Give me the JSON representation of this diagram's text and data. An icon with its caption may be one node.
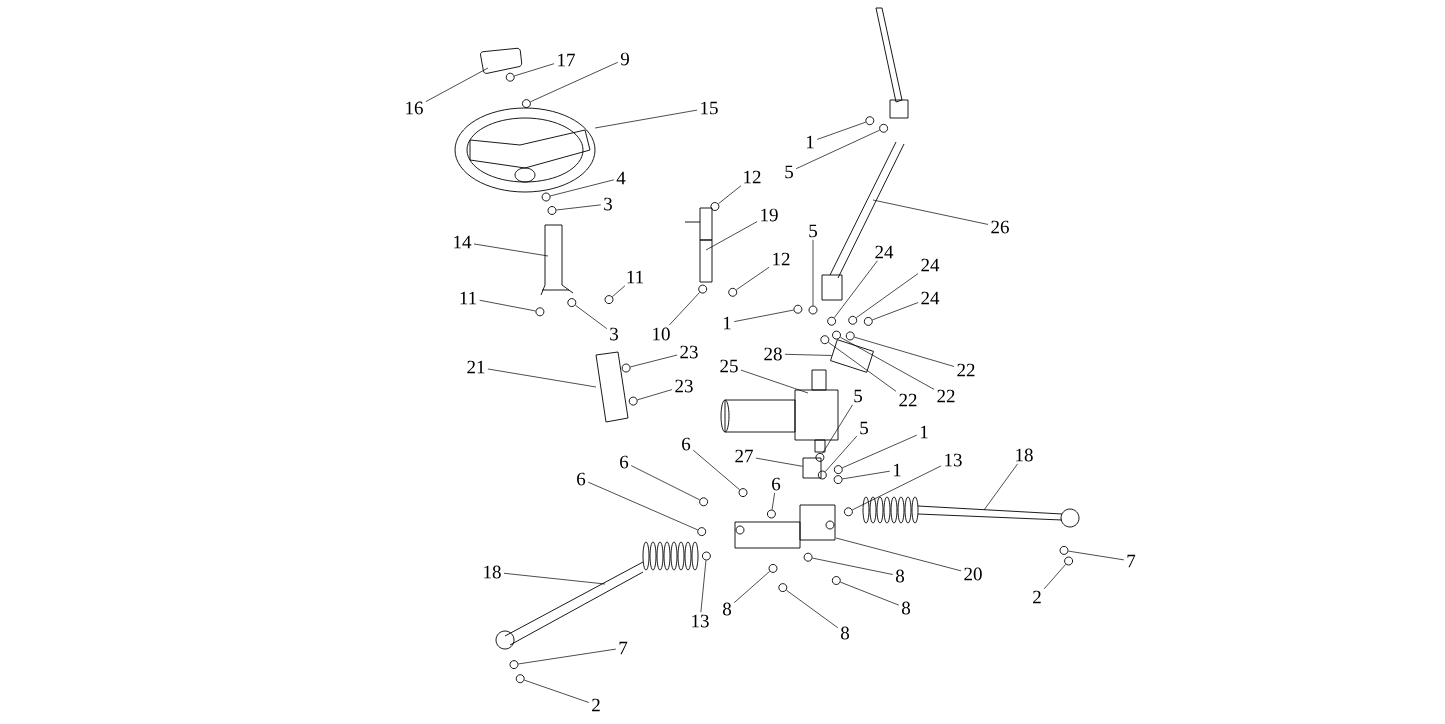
{
  "diagram": {
    "nodes": [
      {
        "text": [
          "16"
        ]
      },
      {
        "text": [
          "17"
        ]
      },
      {
        "text": [
          "9"
        ]
      },
      {
        "text": [
          "15"
        ]
      },
      {
        "text": [
          "4"
        ]
      },
      {
        "text": [
          "3"
        ]
      },
      {
        "text": [
          "14"
        ]
      },
      {
        "text": [
          "11"
        ]
      },
      {
        "text": [
          "11"
        ]
      },
      {
        "text": [
          "3"
        ]
      },
      {
        "text": [
          "21"
        ]
      },
      {
        "text": [
          "23"
        ]
      },
      {
        "text": [
          "23"
        ]
      },
      {
        "text": [
          "12"
        ]
      },
      {
        "text": [
          "19"
        ]
      },
      {
        "text": [
          "12"
        ]
      },
      {
        "text": [
          "10"
        ]
      },
      {
        "text": [
          "1"
        ]
      },
      {
        "text": [
          "5"
        ]
      },
      {
        "text": [
          "26"
        ]
      },
      {
        "text": [
          "5"
        ]
      },
      {
        "text": [
          "1"
        ]
      },
      {
        "text": [
          "24"
        ]
      },
      {
        "text": [
          "24"
        ]
      },
      {
        "text": [
          "24"
        ]
      },
      {
        "text": [
          "22"
        ]
      },
      {
        "text": [
          "22"
        ]
      },
      {
        "text": [
          "22"
        ]
      },
      {
        "text": [
          "28"
        ]
      },
      {
        "text": [
          "25"
        ]
      },
      {
        "text": [
          "5"
        ]
      },
      {
        "text": [
          "5"
        ]
      },
      {
        "text": [
          "1"
        ]
      },
      {
        "text": [
          "1"
        ]
      },
      {
        "text": [
          "27"
        ]
      },
      {
        "text": [
          "13"
        ]
      },
      {
        "text": [
          "18"
        ]
      },
      {
        "text": [
          "6"
        ]
      },
      {
        "text": [
          "6"
        ]
      },
      {
        "text": [
          "6"
        ]
      },
      {
        "text": [
          "6"
        ]
      },
      {
        "text": [
          "20"
        ]
      },
      {
        "text": [
          "7"
        ]
      },
      {
        "text": [
          "2"
        ]
      },
      {
        "text": [
          "18"
        ]
      },
      {
        "text": [
          "13"
        ]
      },
      {
        "text": [
          "8"
        ]
      },
      {
        "text": [
          "8"
        ]
      },
      {
        "text": [
          "8"
        ]
      },
      {
        "text": [
          "8"
        ]
      },
      {
        "text": [
          "7"
        ]
      },
      {
        "text": [
          "2"
        ]
      },
      {
        "text": [],
        "shape": "circle"
      },
      {
        "text": [],
        "shape": "circle"
      },
      {
        "text": [],
        "shape": "circle"
      },
      {
        "text": [],
        "shape": "circle"
      },
      {
        "text": [],
        "shape": "circle"
      },
      {
        "text": [],
        "shape": "circle"
      },
      {
        "text": [],
        "shape": "circle"
      },
      {
        "text": [],
        "shape": "circle"
      },
      {
        "text": [],
        "shape": "circle"
      },
      {
        "text": [],
        "shape": "circle"
      },
      {
        "text": [],
        "shape": "circle"
      },
      {
        "text": [],
        "shape": "circle"
      },
      {
        "text": [],
        "shape": "circle"
      },
      {
        "text": [],
        "shape": "circle"
      },
      {
        "text": [],
        "shape": "circle"
      },
      {
        "text": [],
        "shape": "circle"
      },
      {
        "text": [],
        "shape": "circle"
      },
      {
        "text": [],
        "shape": "circle"
      },
      {
        "text": [],
        "shape": "circle"
      },
      {
        "text": [],
        "shape": "circle"
      },
      {
        "text": [],
        "shape": "circle"
      },
      {
        "text": [],
        "shape": "circle"
      },
      {
        "text": [],
        "shape": "box"
      },
      {
        "text": [],
        "shape": "circle"
      },
      {
        "text": [],
        "shape": "circle"
      },
      {
        "text": [],
        "shape": "circle"
      },
      {
        "text": [],
        "shape": "circle"
      },
      {
        "text": [],
        "shape": "box"
      },
      {
        "text": [],
        "shape": "circle"
      },
      {
        "text": [],
        "shape": "circle"
      },
      {
        "text": [],
        "shape": "circle"
      },
      {
        "text": [],
        "shape": "circle"
      },
      {
        "text": [],
        "shape": "circle"
      },
      {
        "text": [],
        "shape": "circle"
      },
      {
        "text": [],
        "shape": "circle"
      },
      {
        "text": [],
        "shape": "circle"
      },
      {
        "text": [],
        "shape": "circle"
      },
      {
        "text": [],
        "shape": "circle"
      },
      {
        "text": [],
        "shape": "circle"
      },
      {
        "text": [],
        "shape": "circle"
      },
      {
        "text": [],
        "shape": "circle"
      },
      {
        "text": [],
        "shape": "circle"
      }
    ],
    "edges": [
      {
        "from": 0,
        "to": null,
        "arrow": "none"
      },
      {
        "from": 1,
        "to": 52,
        "arrow": "none"
      },
      {
        "from": 2,
        "to": 53,
        "arrow": "none"
      },
      {
        "from": 3,
        "to": null,
        "arrow": "none"
      },
      {
        "from": 4,
        "to": 54,
        "arrow": "none"
      },
      {
        "from": 5,
        "to": 55,
        "arrow": "none"
      },
      {
        "from": 6,
        "to": null,
        "arrow": "none"
      },
      {
        "from": 7,
        "to": 56,
        "arrow": "none"
      },
      {
        "from": 8,
        "to": 57,
        "arrow": "none"
      },
      {
        "from": 9,
        "to": 58,
        "arrow": "none"
      },
      {
        "from": 10,
        "to": null,
        "arrow": "none"
      },
      {
        "from": 11,
        "to": 59,
        "arrow": "none"
      },
      {
        "from": 12,
        "to": 60,
        "arrow": "none"
      },
      {
        "from": 13,
        "to": 61,
        "arrow": "none"
      },
      {
        "from": 14,
        "to": null,
        "arrow": "none"
      },
      {
        "from": 15,
        "to": 62,
        "arrow": "none"
      },
      {
        "from": 16,
        "to": 63,
        "arrow": "none"
      },
      {
        "from": 17,
        "to": 64,
        "arrow": "none"
      },
      {
        "from": 18,
        "to": 65,
        "arrow": "none"
      },
      {
        "from": 19,
        "to": null,
        "arrow": "none"
      },
      {
        "from": 20,
        "to": 66,
        "arrow": "none"
      },
      {
        "from": 21,
        "to": 67,
        "arrow": "none"
      },
      {
        "from": 22,
        "to": 68,
        "arrow": "none"
      },
      {
        "from": 23,
        "to": 69,
        "arrow": "none"
      },
      {
        "from": 24,
        "to": 70,
        "arrow": "none"
      },
      {
        "from": 25,
        "to": 71,
        "arrow": "none"
      },
      {
        "from": 26,
        "to": 72,
        "arrow": "none"
      },
      {
        "from": 27,
        "to": 73,
        "arrow": "none"
      },
      {
        "from": 28,
        "to": 74,
        "arrow": "none"
      },
      {
        "from": 29,
        "to": null,
        "arrow": "none"
      },
      {
        "from": 30,
        "to": 75,
        "arrow": "none"
      },
      {
        "from": 31,
        "to": 76,
        "arrow": "none"
      },
      {
        "from": 32,
        "to": 77,
        "arrow": "none"
      },
      {
        "from": 33,
        "to": 78,
        "arrow": "none"
      },
      {
        "from": 34,
        "to": 79,
        "arrow": "none"
      },
      {
        "from": 35,
        "to": 80,
        "arrow": "none"
      },
      {
        "from": 36,
        "to": null,
        "arrow": "none"
      },
      {
        "from": 37,
        "to": 81,
        "arrow": "none"
      },
      {
        "from": 38,
        "to": 82,
        "arrow": "none"
      },
      {
        "from": 39,
        "to": 83,
        "arrow": "none"
      },
      {
        "from": 40,
        "to": 84,
        "arrow": "none"
      },
      {
        "from": 41,
        "to": null,
        "arrow": "none"
      },
      {
        "from": 42,
        "to": 85,
        "arrow": "none"
      },
      {
        "from": 43,
        "to": 86,
        "arrow": "none"
      },
      {
        "from": 44,
        "to": null,
        "arrow": "none"
      },
      {
        "from": 45,
        "to": 87,
        "arrow": "none"
      },
      {
        "from": 46,
        "to": 88,
        "arrow": "none"
      },
      {
        "from": 47,
        "to": 89,
        "arrow": "none"
      },
      {
        "from": 48,
        "to": 90,
        "arrow": "none"
      },
      {
        "from": 49,
        "to": 91,
        "arrow": "none"
      },
      {
        "from": 50,
        "to": 92,
        "arrow": "none"
      },
      {
        "from": 51,
        "to": 93,
        "arrow": "none"
      }
    ]
  }
}
